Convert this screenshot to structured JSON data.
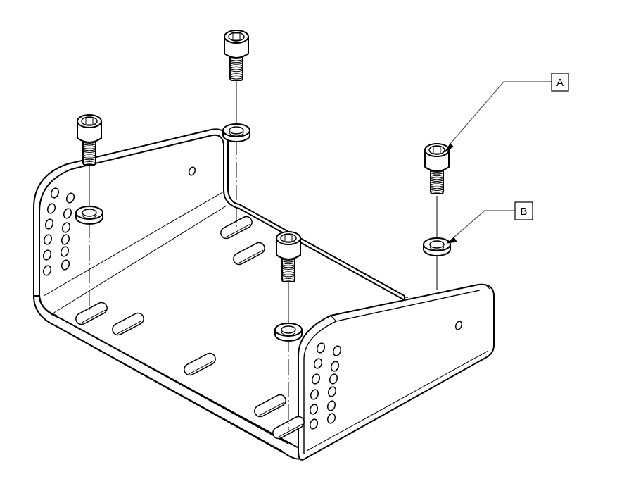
{
  "drawing": {
    "type": "exploded-assembly",
    "subject": "U-channel mounting bracket with socket head cap screws and washers",
    "parts": [
      {
        "id": "bracket",
        "name": "U-channel bracket"
      },
      {
        "id": "screw",
        "name": "Socket head cap screw",
        "count": 4
      },
      {
        "id": "washer",
        "name": "Flat washer",
        "count": 4
      }
    ]
  },
  "callouts": [
    {
      "label": "A",
      "target": "Socket head cap screw"
    },
    {
      "label": "B",
      "target": "Flat washer"
    }
  ]
}
